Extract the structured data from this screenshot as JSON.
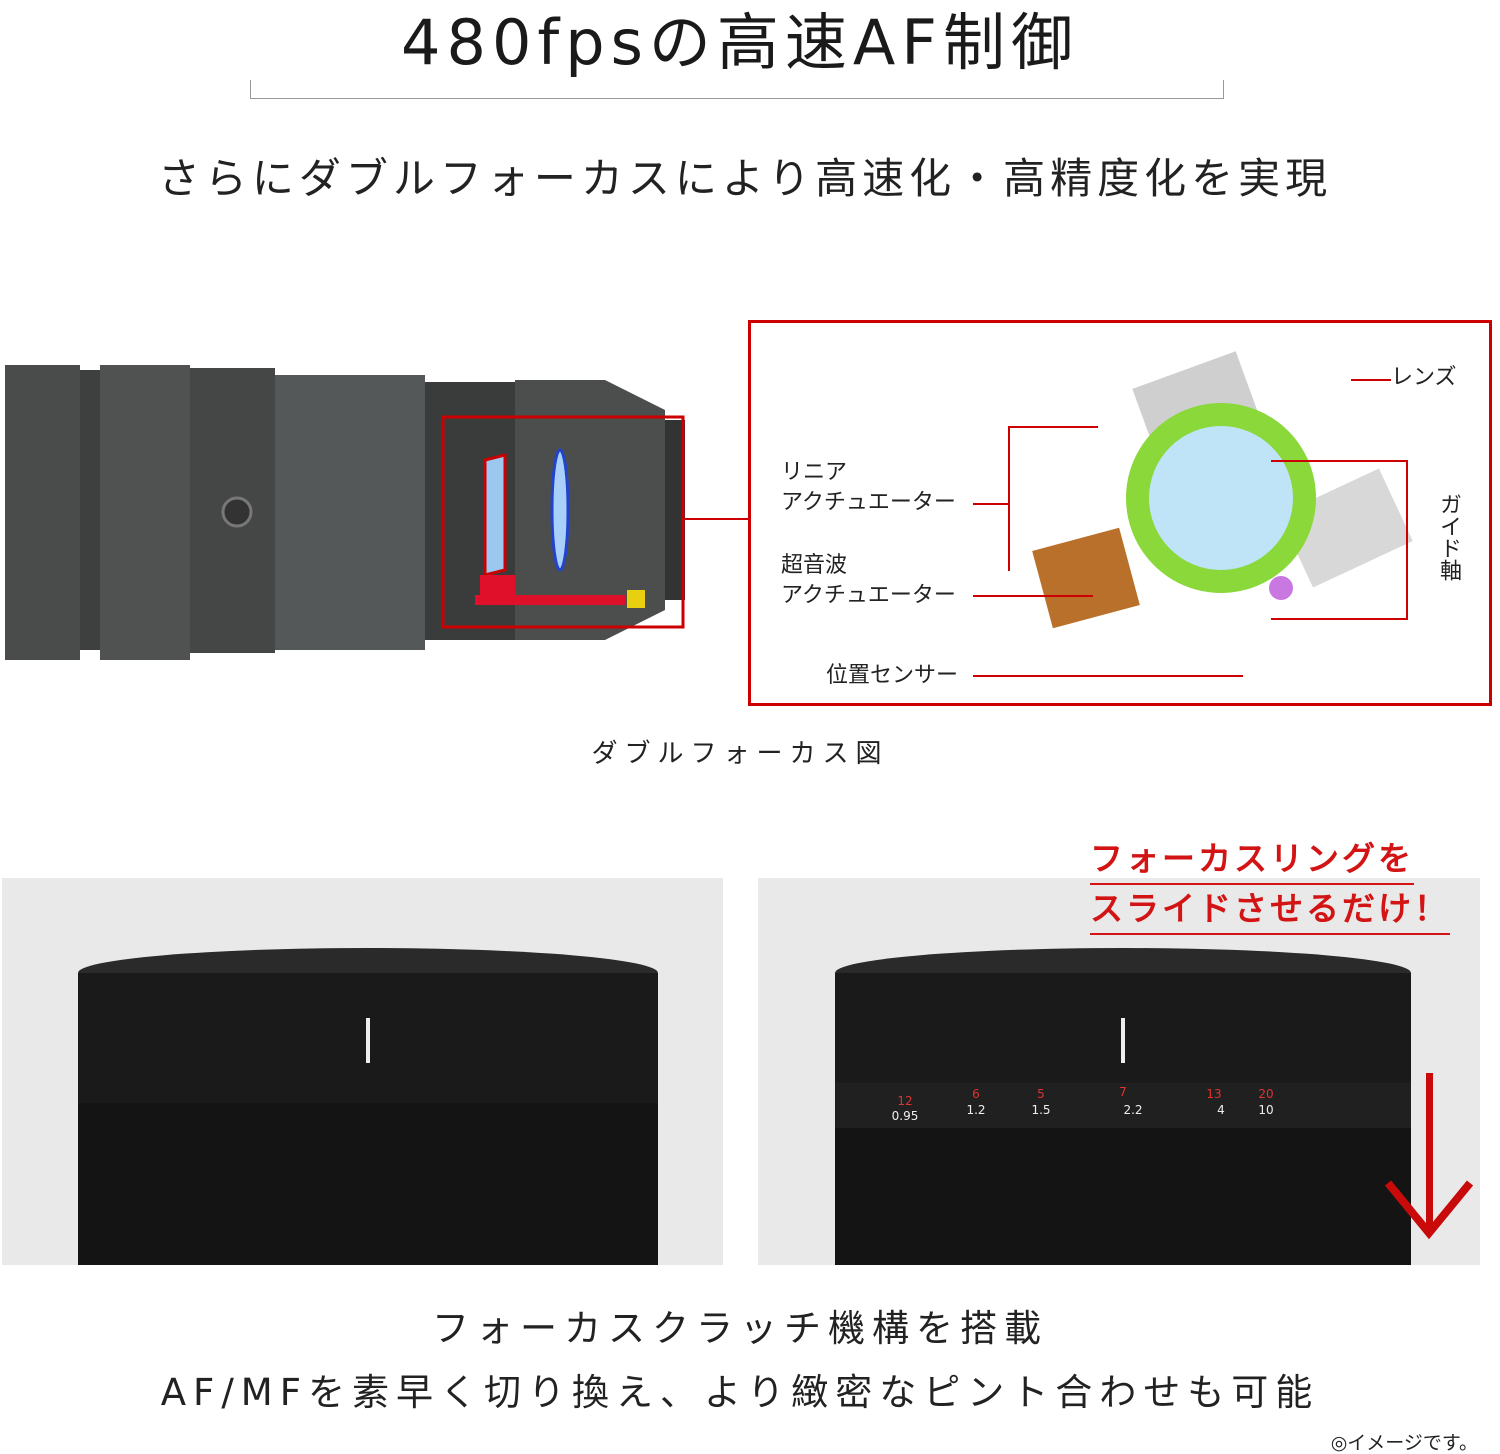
{
  "header": {
    "title": "480fpsの高速AF制御",
    "subtitle": "さらにダブルフォーカスにより高速化・高精度化を実現"
  },
  "diagram": {
    "labels": {
      "lens": "レンズ",
      "linear_1": "リニア",
      "linear_2": "アクチュエーター",
      "ultrasonic_1": "超音波",
      "ultrasonic_2": "アクチュエーター",
      "position_sensor": "位置センサー",
      "guide_shaft": "ガイド軸"
    },
    "caption": "ダブルフォーカス図",
    "accent_color": "#cc0000"
  },
  "photos": {
    "note_line1": "フォーカスリングを",
    "note_line2": "スライドさせるだけ！",
    "scale_feet": [
      "12",
      "6",
      "5",
      "7",
      "13",
      "20"
    ],
    "scale_meters": [
      "0.95",
      "1.2",
      "1.5",
      "2.2",
      "4",
      "10"
    ]
  },
  "footer": {
    "line1": "フォーカスクラッチ機構を搭載",
    "line2": "AF/MFを素早く切り換え、より緻密なピント合わせも可能",
    "credit": "◎イメージです。"
  }
}
